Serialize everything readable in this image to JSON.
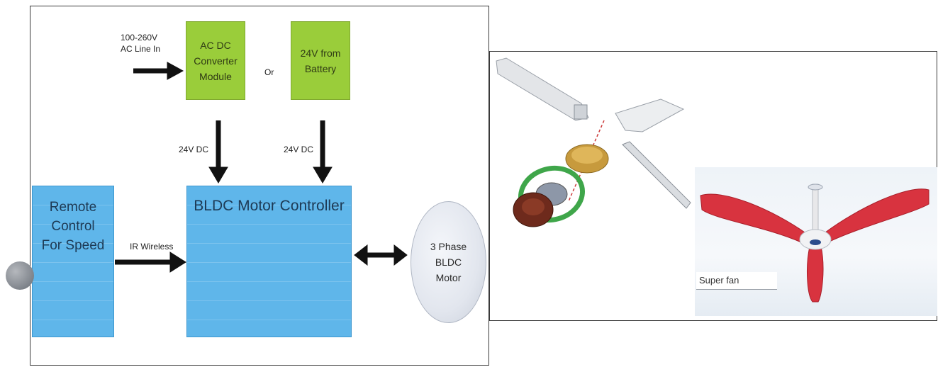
{
  "diagram": {
    "ac_input_label": "100-260V\nAC Line In",
    "acdc_module_label": "AC DC\nConverter\nModule",
    "or_label": "Or",
    "battery_label": "24V from\nBattery",
    "dc_label_left": "24V DC",
    "dc_label_right": "24V DC",
    "remote_label": "Remote\nControl\nFor Speed",
    "ir_label": "IR Wireless",
    "controller_label": "BLDC Motor Controller",
    "motor_label": "3 Phase\nBLDC\nMotor"
  },
  "photo": {
    "caption": "Super fan"
  },
  "colors": {
    "green_box": "#9acd3a",
    "blue_box": "#5fb6ea",
    "fan_red": "#d8333f",
    "arrow": "#111111"
  }
}
